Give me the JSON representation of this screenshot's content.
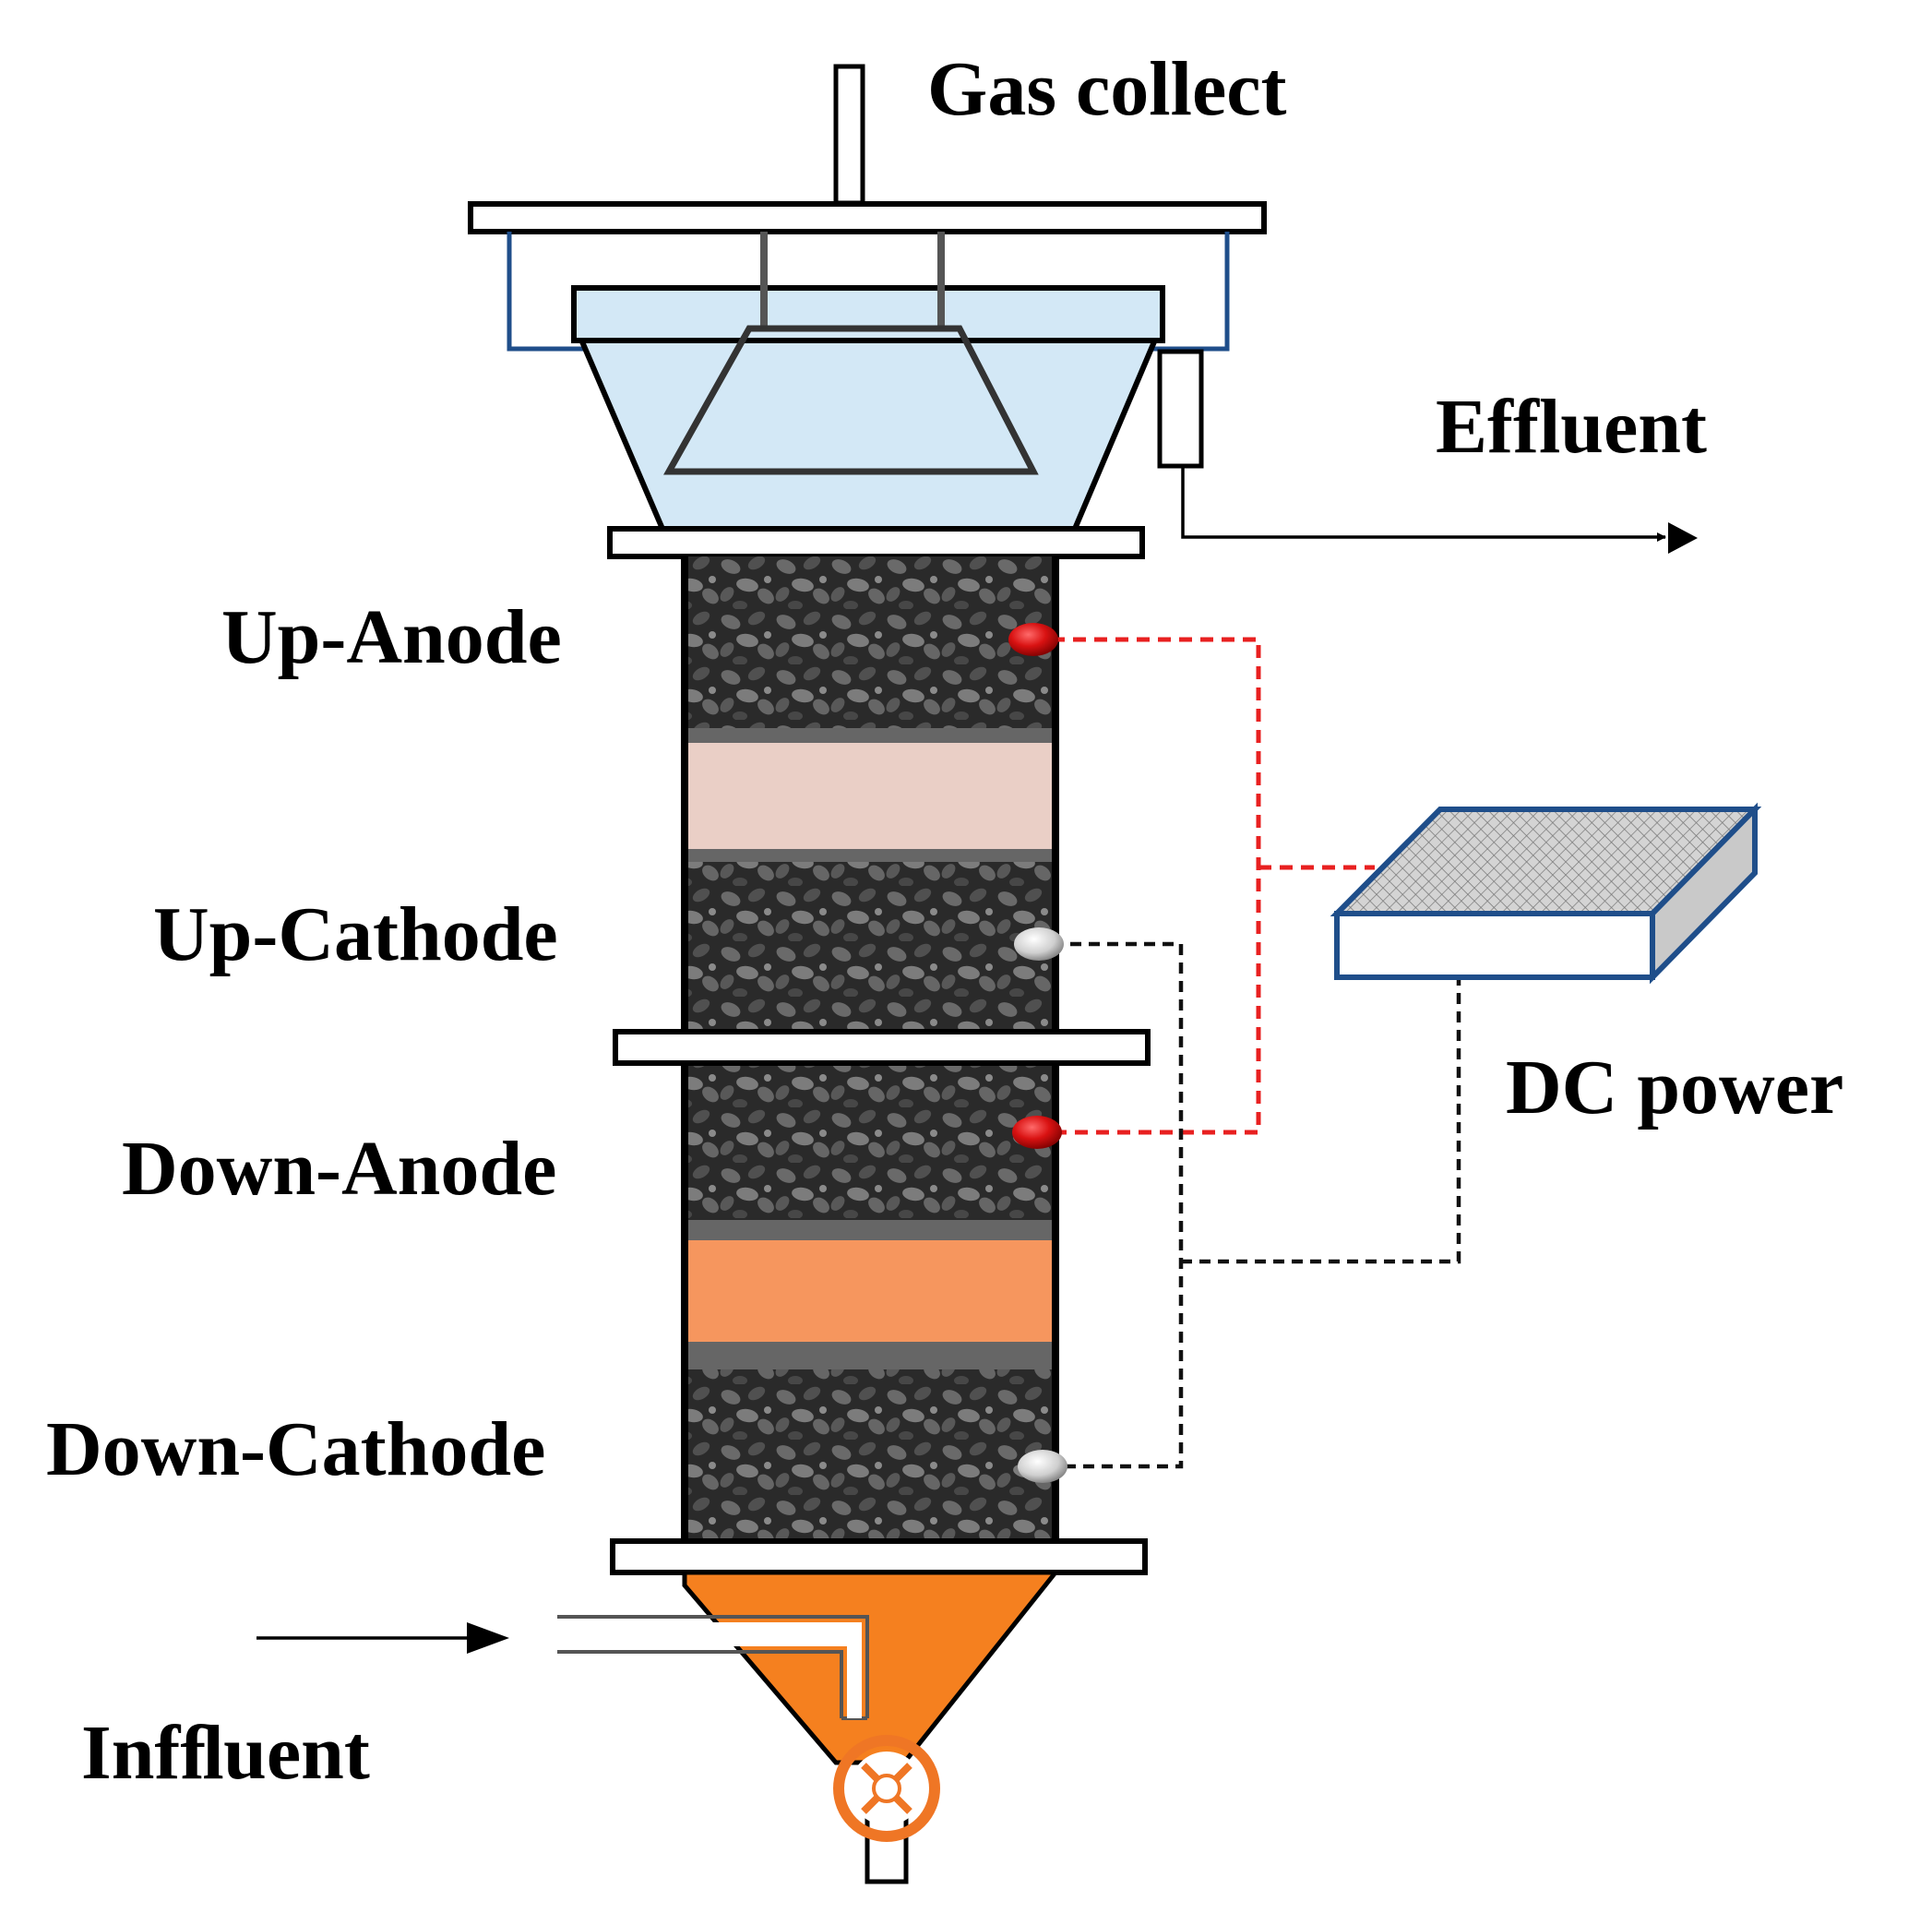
{
  "labels": {
    "gas_collect": "Gas collect",
    "effluent": "Effluent",
    "up_anode": "Up-Anode",
    "up_cathode": "Up-Cathode",
    "down_anode": "Down-Anode",
    "down_cathode": "Down-Cathode",
    "dc_power": "DC power",
    "influent": "Infﬂuent"
  },
  "colors": {
    "anode_wire": "#e82020",
    "cathode_wire": "#111111",
    "upper_membrane": "#eacfc6",
    "lower_membrane": "#f6965e",
    "bottom_cone": "#f5801f",
    "separator_tank": "#d3e8f6",
    "separator_frame": "#1f4e8a",
    "power_supply_border": "#1f4e8a",
    "anode_electrode": "#d01515",
    "cathode_electrode": "#d6d6d6",
    "valve": "#ef7625"
  }
}
